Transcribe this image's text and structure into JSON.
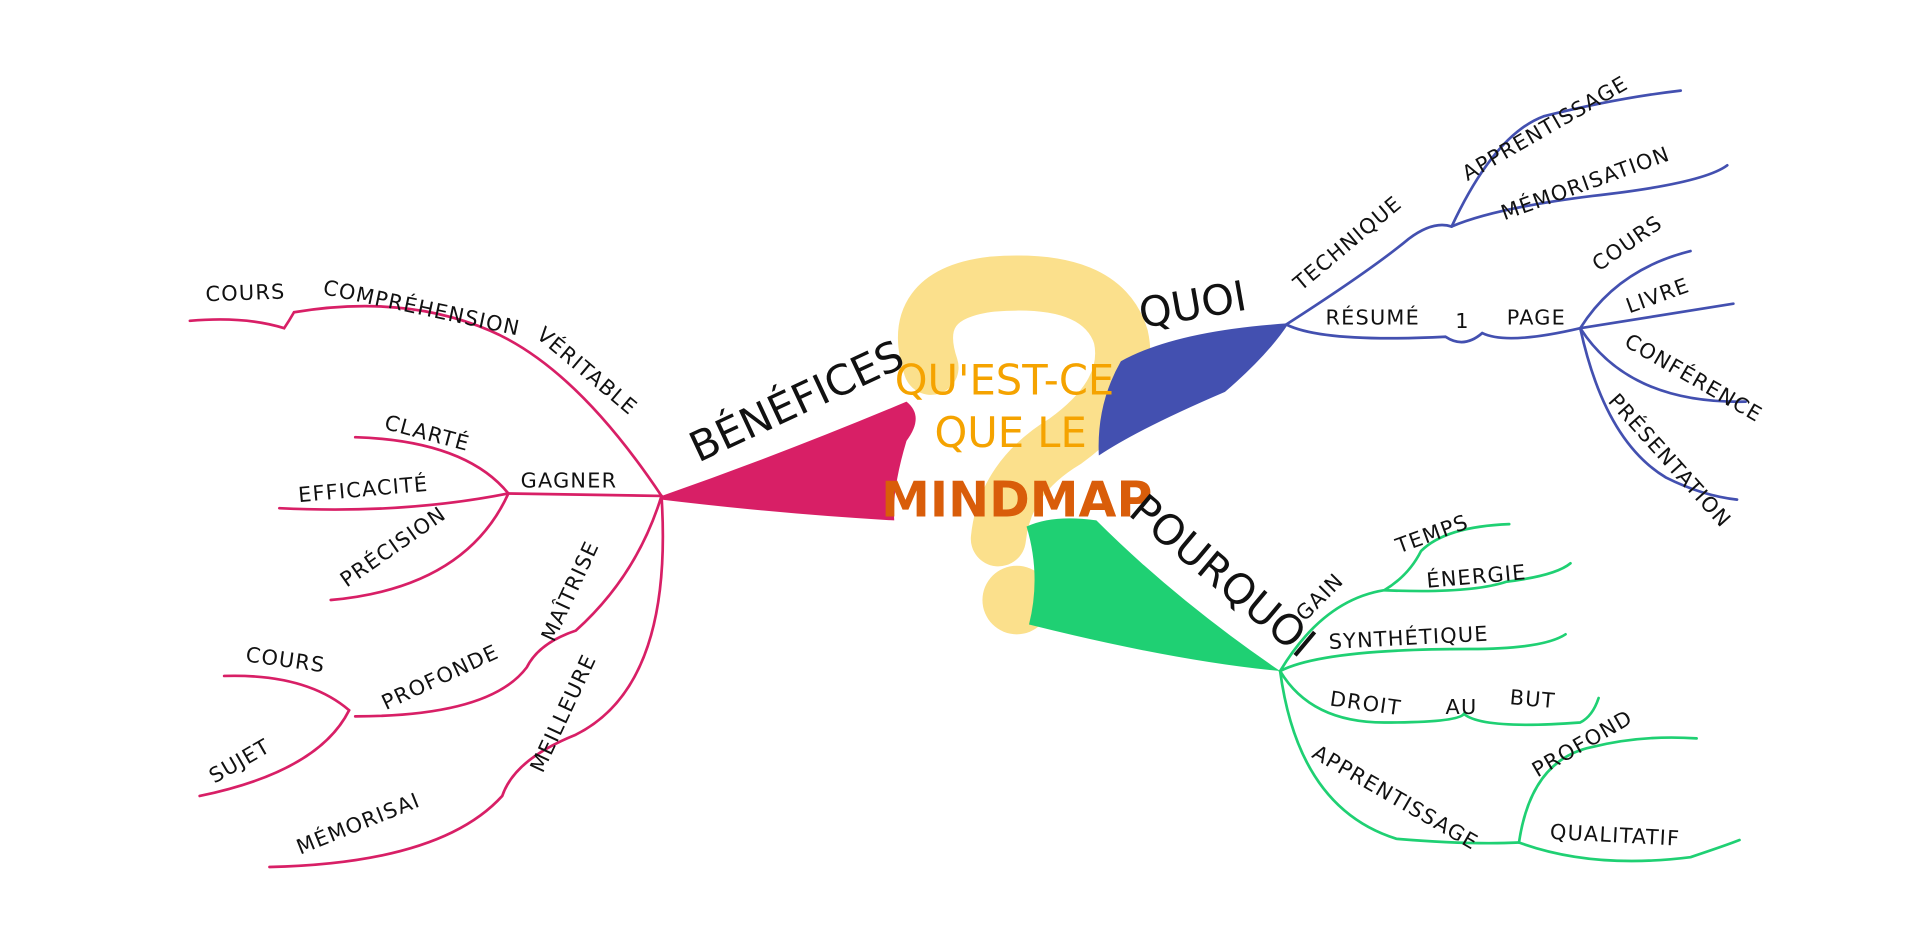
{
  "center": {
    "line1": "QU'EST-CE",
    "line2": "QUE LE",
    "line3": "MINDMAP"
  },
  "colors": {
    "benefices": "#d81f66",
    "quoi": "#4350b0",
    "pourquoi": "#1fd073",
    "question_mark": "#fbe08c",
    "center_text": "#f5a300",
    "mindmap_text": "#d95d0a"
  },
  "benefices": {
    "title": "BÉNÉFICES",
    "cours": "COURS",
    "comprehension": "COMPRÉHENSION",
    "veritable": "VÉRITABLE",
    "gagner": "GAGNER",
    "clarte": "CLARTÉ",
    "efficacite": "EFFICACITÉ",
    "precision": "PRÉCISION",
    "maitrise": "MAÎTRISE",
    "profonde": "PROFONDE",
    "cours2": "COURS",
    "sujet": "SUJET",
    "meilleure": "MEILLEURE",
    "memorisation": "MÉMORISAI"
  },
  "quoi": {
    "title": "QUOI",
    "technique": "TECHNIQUE",
    "apprentissage": "APPRENTISSAGE",
    "memorisation": "MÉMORISATION",
    "resume": "RÉSUMÉ",
    "un": "1",
    "page": "PAGE",
    "cours": "COURS",
    "livre": "LIVRE",
    "conference": "CONFÉRENCE",
    "presentation": "PRÉSENTATION"
  },
  "pourquoi": {
    "title": "POURQUOI",
    "gain": "GAIN",
    "temps": "TEMPS",
    "energie": "ÉNERGIE",
    "synthetique": "SYNTHÉTIQUE",
    "droit": "DROIT",
    "au": "AU",
    "but": "BUT",
    "apprentissage": "APPRENTISSAGE",
    "profond": "PROFOND",
    "qualitatif": "QUALITATIF"
  }
}
